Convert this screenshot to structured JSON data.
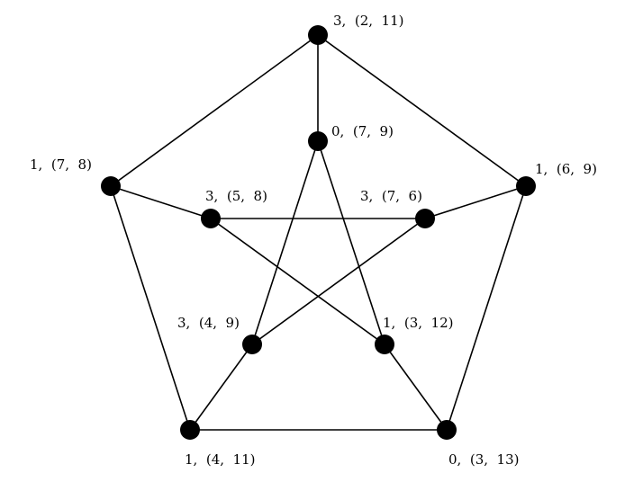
{
  "graph": {
    "title": "Petersen graph with vertex labels",
    "nodes": [
      {
        "id": "A",
        "label": "3, (2, 11)"
      },
      {
        "id": "B",
        "label": "1, (6, 9)"
      },
      {
        "id": "C",
        "label": "0, (3, 13)"
      },
      {
        "id": "D",
        "label": "1, (4, 11)"
      },
      {
        "id": "E",
        "label": "1, (7, 8)"
      },
      {
        "id": "F",
        "label": "0, (7, 9)"
      },
      {
        "id": "G",
        "label": "3, (7, 6)"
      },
      {
        "id": "H",
        "label": "1, (3, 12)"
      },
      {
        "id": "I",
        "label": "3, (4, 9)"
      },
      {
        "id": "J",
        "label": "3, (5, 8)"
      }
    ],
    "edges": [
      [
        "A",
        "B"
      ],
      [
        "B",
        "C"
      ],
      [
        "C",
        "D"
      ],
      [
        "D",
        "E"
      ],
      [
        "E",
        "A"
      ],
      [
        "A",
        "F"
      ],
      [
        "B",
        "G"
      ],
      [
        "C",
        "H"
      ],
      [
        "D",
        "I"
      ],
      [
        "E",
        "J"
      ],
      [
        "F",
        "I"
      ],
      [
        "F",
        "H"
      ],
      [
        "J",
        "G"
      ],
      [
        "J",
        "H"
      ],
      [
        "G",
        "I"
      ]
    ],
    "node_color": "#000000",
    "edge_color": "#000000"
  }
}
